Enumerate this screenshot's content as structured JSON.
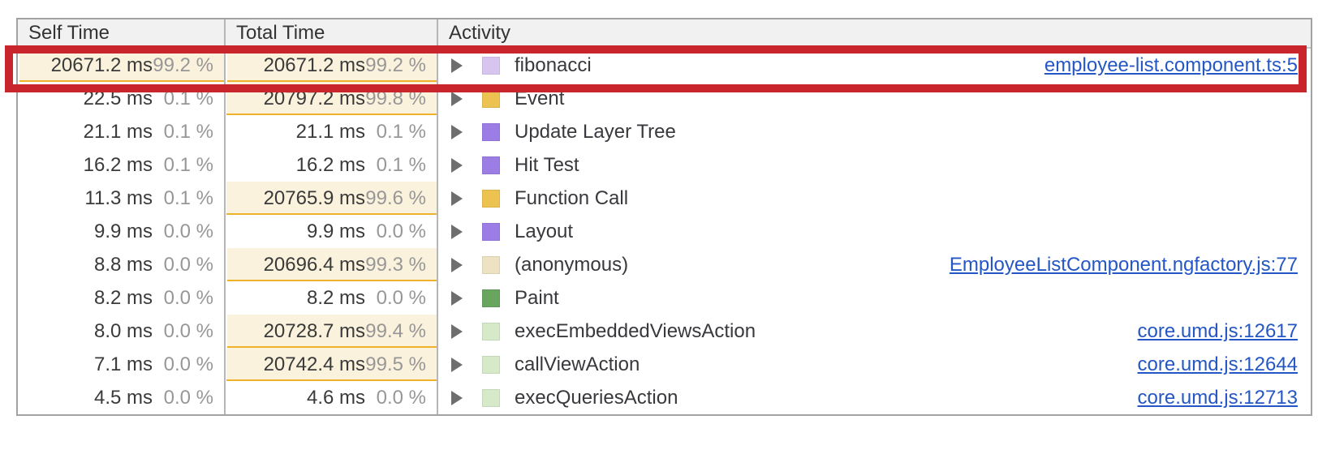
{
  "table": {
    "columns": [
      {
        "label": "Self Time"
      },
      {
        "label": "Total Time"
      },
      {
        "label": "Activity"
      }
    ],
    "rows": [
      {
        "self_ms": "20671.2 ms",
        "self_pct": "99.2 %",
        "self_fill": 99.2,
        "total_ms": "20671.2 ms",
        "total_pct": "99.2 %",
        "total_fill": 99.2,
        "activity": "fibonacci",
        "swatch_color": "#d7c5f0",
        "swatch_name": "js-frame-lavender-swatch",
        "link": "employee-list.component.ts:5",
        "annotated": true
      },
      {
        "self_ms": "22.5 ms",
        "self_pct": "0.1 %",
        "self_fill": null,
        "total_ms": "20797.2 ms",
        "total_pct": "99.8 %",
        "total_fill": 99.8,
        "activity": "Event",
        "swatch_color": "#ecc250",
        "swatch_name": "scripting-amber-swatch",
        "link": null,
        "annotated": false
      },
      {
        "self_ms": "21.1 ms",
        "self_pct": "0.1 %",
        "self_fill": null,
        "total_ms": "21.1 ms",
        "total_pct": "0.1 %",
        "total_fill": null,
        "activity": "Update Layer Tree",
        "swatch_color": "#9c7ce5",
        "swatch_name": "rendering-purple-swatch",
        "link": null,
        "annotated": false
      },
      {
        "self_ms": "16.2 ms",
        "self_pct": "0.1 %",
        "self_fill": null,
        "total_ms": "16.2 ms",
        "total_pct": "0.1 %",
        "total_fill": null,
        "activity": "Hit Test",
        "swatch_color": "#9c7ce5",
        "swatch_name": "rendering-purple-swatch",
        "link": null,
        "annotated": false
      },
      {
        "self_ms": "11.3 ms",
        "self_pct": "0.1 %",
        "self_fill": null,
        "total_ms": "20765.9 ms",
        "total_pct": "99.6 %",
        "total_fill": 99.6,
        "activity": "Function Call",
        "swatch_color": "#ecc250",
        "swatch_name": "scripting-amber-swatch",
        "link": null,
        "annotated": false
      },
      {
        "self_ms": "9.9 ms",
        "self_pct": "0.0 %",
        "self_fill": null,
        "total_ms": "9.9 ms",
        "total_pct": "0.0 %",
        "total_fill": null,
        "activity": "Layout",
        "swatch_color": "#9c7ce5",
        "swatch_name": "rendering-purple-swatch",
        "link": null,
        "annotated": false
      },
      {
        "self_ms": "8.8 ms",
        "self_pct": "0.0 %",
        "self_fill": null,
        "total_ms": "20696.4 ms",
        "total_pct": "99.3 %",
        "total_fill": 99.3,
        "activity": "(anonymous)",
        "swatch_color": "#ede3c3",
        "swatch_name": "js-frame-beige-swatch",
        "link": "EmployeeListComponent.ngfactory.js:77",
        "annotated": false
      },
      {
        "self_ms": "8.2 ms",
        "self_pct": "0.0 %",
        "self_fill": null,
        "total_ms": "8.2 ms",
        "total_pct": "0.0 %",
        "total_fill": null,
        "activity": "Paint",
        "swatch_color": "#69a55f",
        "swatch_name": "painting-green-swatch",
        "link": null,
        "annotated": false
      },
      {
        "self_ms": "8.0 ms",
        "self_pct": "0.0 %",
        "self_fill": null,
        "total_ms": "20728.7 ms",
        "total_pct": "99.4 %",
        "total_fill": 99.4,
        "activity": "execEmbeddedViewsAction",
        "swatch_color": "#d6eaca",
        "swatch_name": "js-frame-pale-green-swatch",
        "link": "core.umd.js:12617",
        "annotated": false
      },
      {
        "self_ms": "7.1 ms",
        "self_pct": "0.0 %",
        "self_fill": null,
        "total_ms": "20742.4 ms",
        "total_pct": "99.5 %",
        "total_fill": 99.5,
        "activity": "callViewAction",
        "swatch_color": "#d6eaca",
        "swatch_name": "js-frame-pale-green-swatch",
        "link": "core.umd.js:12644",
        "annotated": false
      },
      {
        "self_ms": "4.5 ms",
        "self_pct": "0.0 %",
        "self_fill": null,
        "total_ms": "4.6 ms",
        "total_pct": "0.0 %",
        "total_fill": null,
        "activity": "execQueriesAction",
        "swatch_color": "#d6eaca",
        "swatch_name": "js-frame-pale-green-swatch",
        "link": "core.umd.js:12713",
        "annotated": false
      }
    ]
  },
  "annotation": {
    "color": "#c9252d"
  },
  "colors": {
    "highlight_fill": "#faf2dc",
    "highlight_underline": "#eeb22b",
    "link_blue": "#2457c5",
    "header_bg": "#f1f1f1"
  }
}
